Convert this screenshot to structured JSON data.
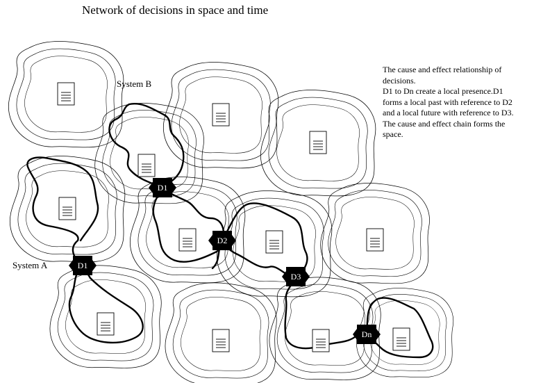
{
  "title": "Network of decisions in space and time",
  "caption": [
    "The cause and effect relationship of",
    "decisions.",
    "D1 to Dn create a local presence.D1",
    "forms a local past with reference to D2",
    "and a local future with reference to D3.",
    "The cause and effect chain forms the",
    "space."
  ],
  "system_labels": {
    "a": "System A",
    "b": "System B"
  },
  "decision_nodes": [
    "D1",
    "D2",
    "D3",
    "Dn",
    "D1"
  ]
}
